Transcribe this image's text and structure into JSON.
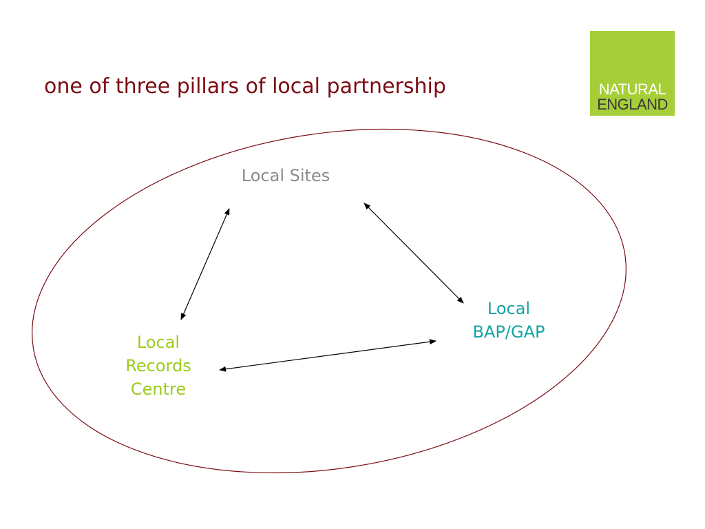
{
  "slide": {
    "title": "one of three pillars of local partnership"
  },
  "logo": {
    "line1": "NATURAL",
    "line2": "ENGLAND",
    "background": "#a6ce39"
  },
  "nodes": {
    "local_sites": {
      "label": "Local Sites",
      "color": "#8c8c8c"
    },
    "local_bap": {
      "line1": "Local",
      "line2": "BAP/GAP",
      "color": "#14a3a3"
    },
    "local_records": {
      "line1": "Local",
      "line2": "Records",
      "line3": "Centre",
      "color": "#9dcb1e"
    }
  },
  "colors": {
    "title": "#7a0b12",
    "ellipse_stroke": "#7a0b12",
    "arrow": "#000000"
  }
}
